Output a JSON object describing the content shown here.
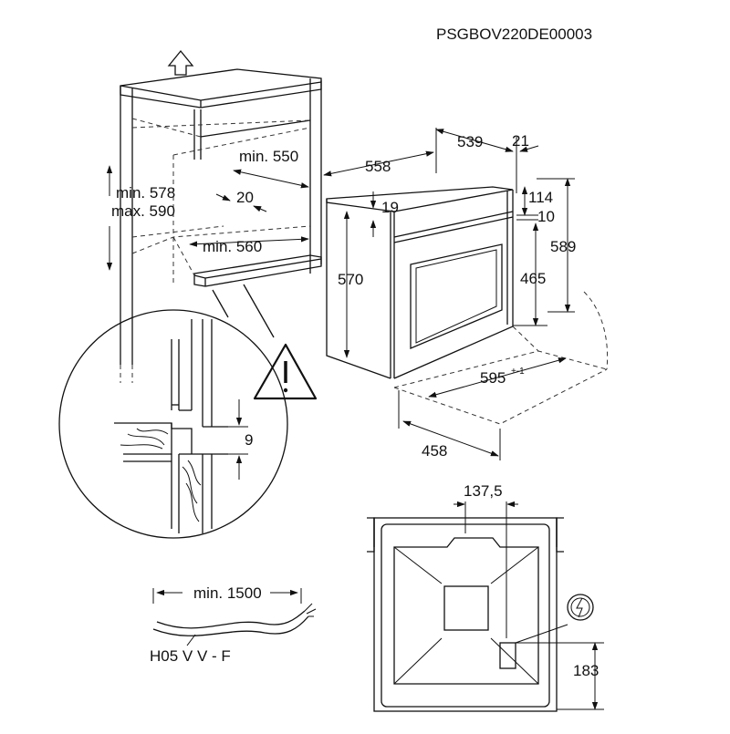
{
  "doc_code": "PSGBOV220DE00003",
  "niche": {
    "height_min": "min. 578",
    "height_max": "max. 590",
    "depth_min": "min. 550",
    "gap": "20",
    "width_min": "min. 560"
  },
  "detail": {
    "gap": "9"
  },
  "oven": {
    "width": "558",
    "depth_body": "539",
    "front_thickness": "21",
    "top_offset": "19",
    "front_top": "114",
    "front_gap": "10",
    "body_height": "570",
    "front_height": "465",
    "total_height": "589",
    "total_width": "595",
    "total_width_tol": "+-1",
    "base_depth": "458"
  },
  "rear": {
    "offset": "137,5",
    "socket_height": "183"
  },
  "cable": {
    "length": "min. 1500",
    "type": "H05 V V - F"
  },
  "icons": [
    "up-arrow-icon",
    "warning-icon",
    "electrical-connection-icon"
  ]
}
